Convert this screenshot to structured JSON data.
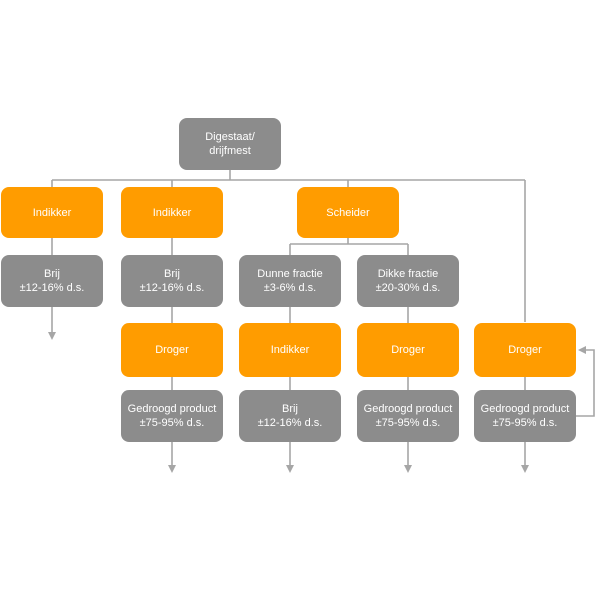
{
  "diagram": {
    "colors": {
      "process": "#ff9c00",
      "product": "#8c8c8c",
      "connector": "#a6a6a6"
    },
    "root": {
      "label": "Digestaat/\ndrijfmest"
    },
    "col1": {
      "process": "Indikker",
      "product": "Brij\n±12-16%  d.s."
    },
    "col2": {
      "process": "Indikker",
      "product": "Brij\n±12-16%  d.s.",
      "process2": "Droger",
      "product2": "Gedroogd product\n±75-95%  d.s."
    },
    "separator": {
      "label": "Scheider"
    },
    "col3": {
      "product": "Dunne fractie\n±3-6%  d.s.",
      "process": "Indikker",
      "product2": "Brij\n±12-16%  d.s."
    },
    "col4": {
      "product": "Dikke fractie\n±20-30%  d.s.",
      "process": "Droger",
      "product2": "Gedroogd product\n±75-95%  d.s."
    },
    "col5": {
      "process": "Droger",
      "product": "Gedroogd product\n±75-95%  d.s."
    }
  }
}
